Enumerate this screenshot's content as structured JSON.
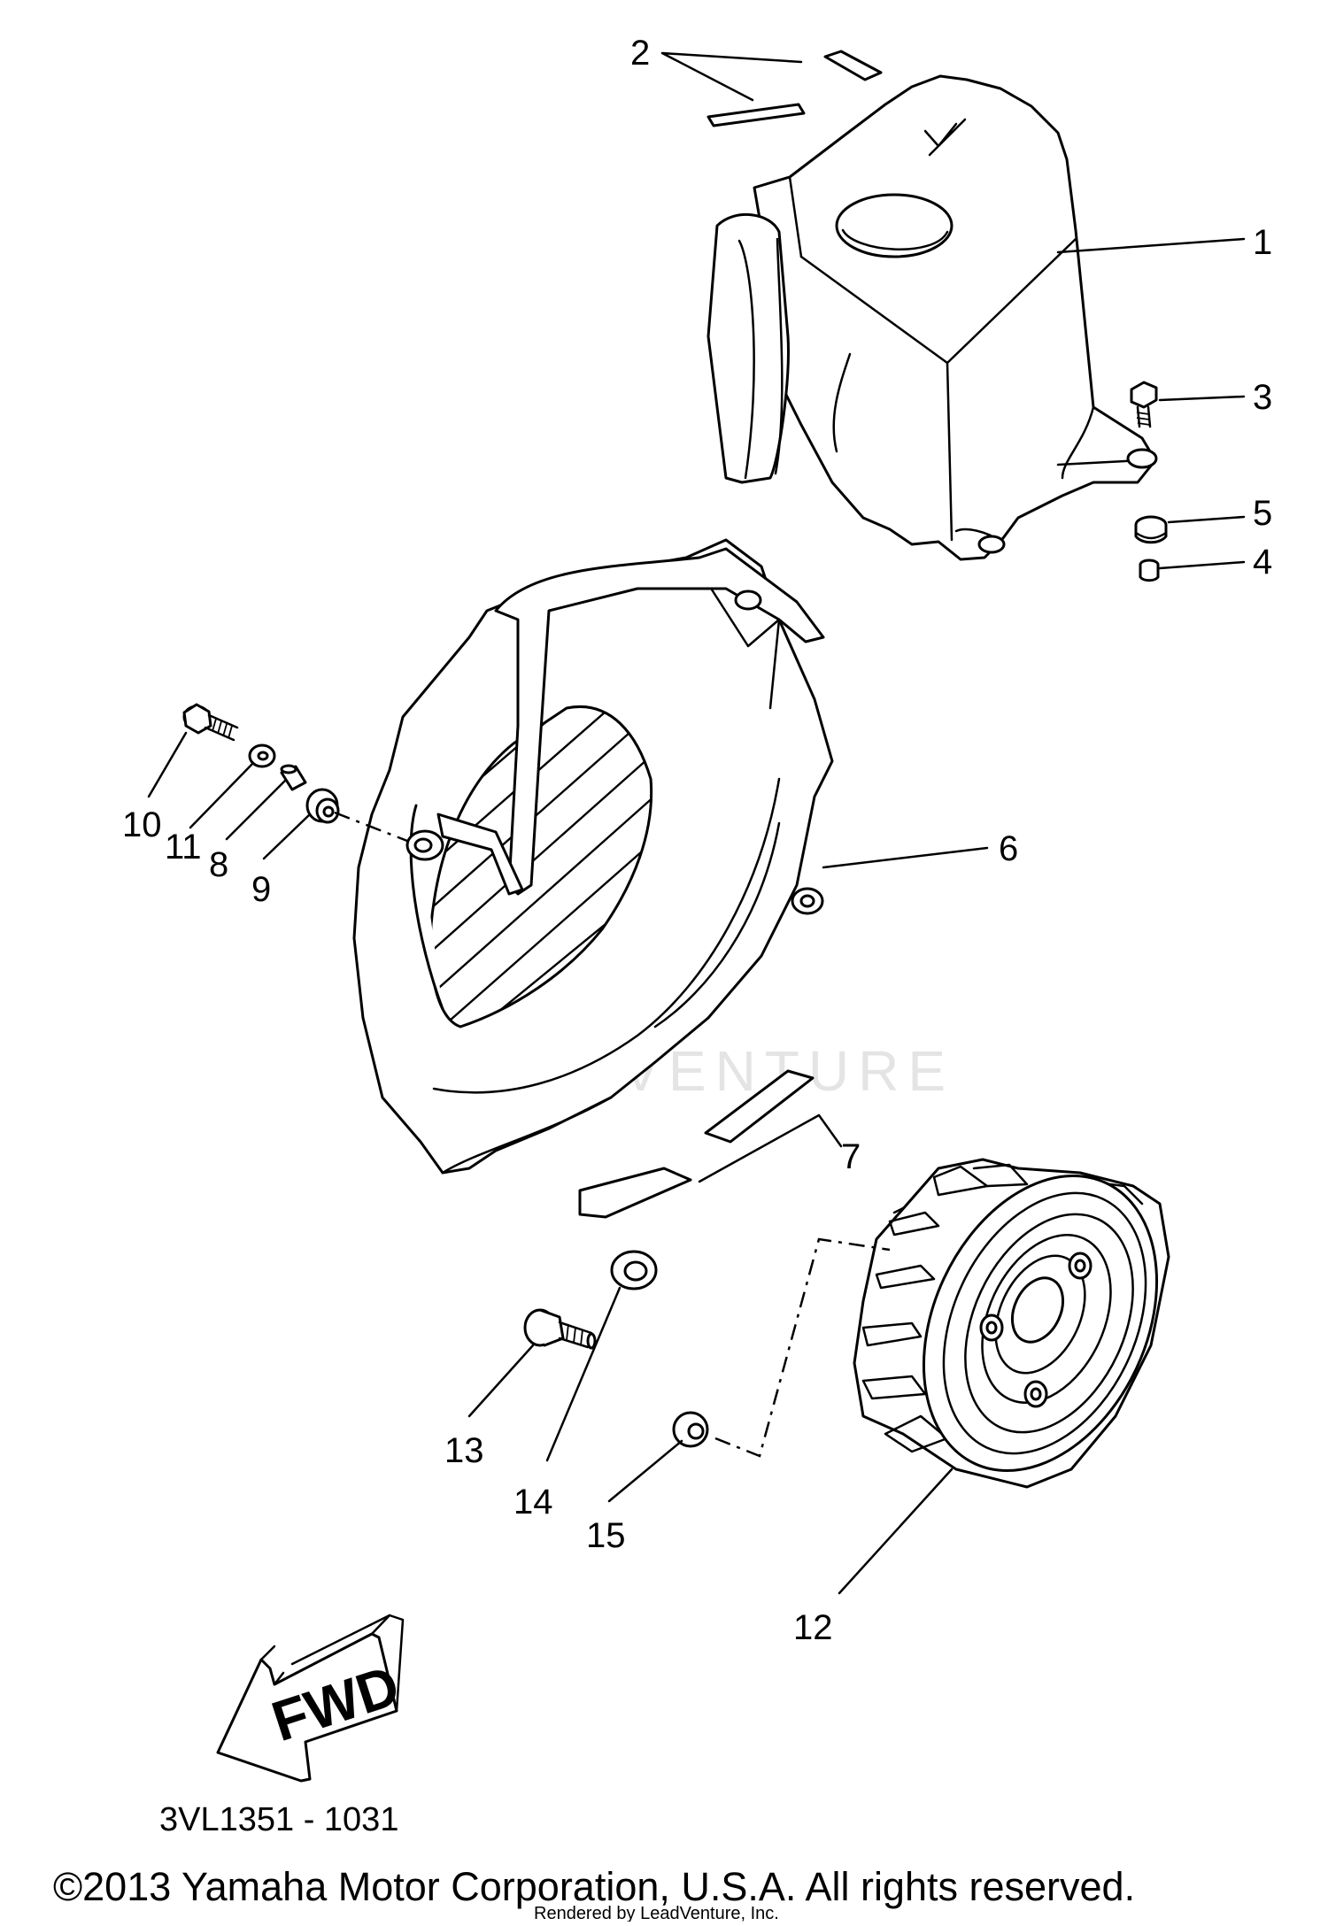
{
  "diagram": {
    "callouts": [
      "1",
      "2",
      "3",
      "4",
      "5",
      "6",
      "7",
      "8",
      "9",
      "10",
      "11",
      "12",
      "13",
      "14",
      "15"
    ],
    "reference_code": "3VL1351 - 1031",
    "direction_label": "FWD",
    "watermark_text": "LEADVENTURE",
    "copyright": "©2013 Yamaha Motor Corporation, U.S.A. All rights reserved.",
    "rendered_by": "Rendered by LeadVenture, Inc."
  },
  "colors": {
    "line": "#000000",
    "background": "#ffffff",
    "watermark": "#e4e4e4"
  }
}
